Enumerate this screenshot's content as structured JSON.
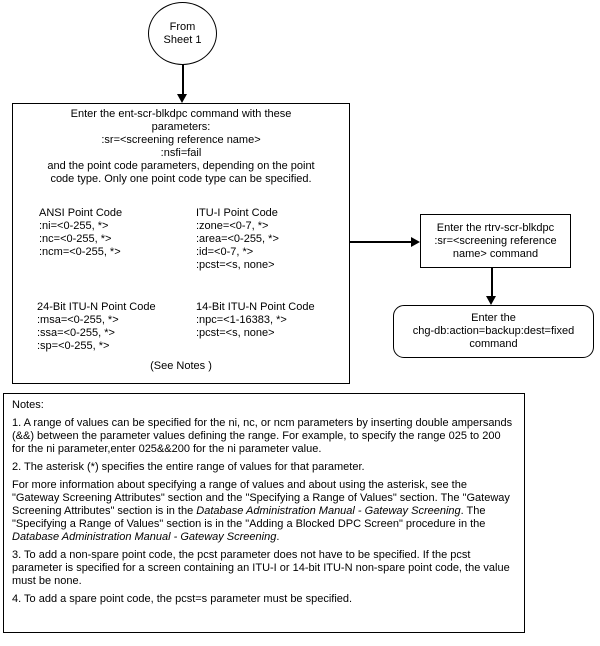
{
  "connector": {
    "label": "From\nSheet 1"
  },
  "main_box": {
    "header": "Enter the ent-scr-blkdpc command with these\nparameters:\n:sr=<screening reference name>\n:nsfi=fail\nand the point code parameters, depending on the point\ncode type. Only one point code type can be specified.",
    "ansi": {
      "title": "ANSI Point Code",
      "params": ":ni=<0-255, *>\n:nc=<0-255, *>\n:ncm=<0-255, *>"
    },
    "itu_i": {
      "title": "ITU-I Point Code",
      "params": ":zone=<0-7, *>\n:area=<0-255, *>\n:id=<0-7, *>\n:pcst=<s, none>"
    },
    "itu_n_24": {
      "title": "24-Bit ITU-N Point Code",
      "params": ":msa=<0-255, *>\n:ssa=<0-255, *>\n:sp=<0-255, *>"
    },
    "itu_n_14": {
      "title": "14-Bit ITU-N Point Code",
      "params": ":npc=<1-16383, *>\n:pcst=<s, none>"
    },
    "see_notes": "(See Notes )"
  },
  "rtrv_box": {
    "text": "Enter the rtrv-scr-blkdpc\n:sr=<screening reference\nname>  command"
  },
  "backup_box": {
    "text": "Enter the\nchg-db:action=backup:dest=fixed\ncommand"
  },
  "notes": {
    "title": "Notes:",
    "items": [
      [
        {
          "t": "1. A range of values can be specified for the ni, nc, or ncm parameters by inserting double ampersands (&&) between the parameter values defining the range.  For example, to specify the range 025 to 200 for the ni parameter,enter 025&&200 for the ni parameter value."
        }
      ],
      [
        {
          "t": "2. The asterisk (*) specifies the entire range of values for that parameter."
        }
      ],
      [
        {
          "t": "For more information about specifying a range of values and about using the asterisk, see the \"Gateway Screening Attributes\" section and the \"Specifying a Range of Values\" section. The \"Gateway Screening Attributes\" section is in the "
        },
        {
          "t": "Database Administration Manual - Gateway Screening",
          "i": true
        },
        {
          "t": ". The \"Specifying a Range of Values\" section is in the \"Adding a Blocked DPC Screen\" procedure in the "
        },
        {
          "t": "Database Administration Manual - Gateway Screening",
          "i": true
        },
        {
          "t": "."
        }
      ],
      [
        {
          "t": "3. To add a non-spare point code, the pcst parameter does not have to be specified.  If the pcst parameter is specified for a screen containing an ITU-I or 14-bit ITU-N non-spare point code, the value must be none."
        }
      ],
      [
        {
          "t": "4. To add a spare point code, the pcst=s parameter must be specified."
        }
      ]
    ]
  },
  "colors": {
    "line": "#000000",
    "background": "#ffffff"
  }
}
